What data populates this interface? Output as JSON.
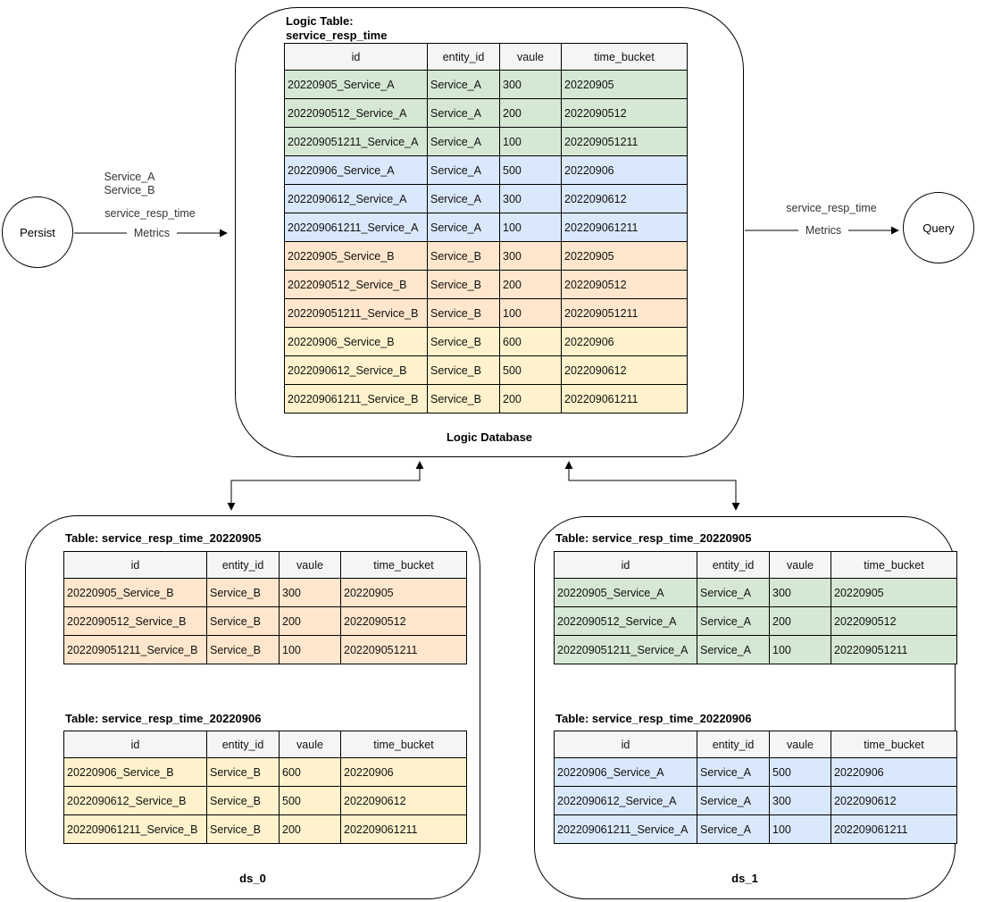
{
  "colors": {
    "green": "#d5e8d4",
    "blue": "#dae8fc",
    "orange": "#ffe6cc",
    "yellow": "#fff2cc",
    "header_bg": "#f5f5f5",
    "stroke": "#000000"
  },
  "nodes": {
    "persist": "Persist",
    "query": "Query"
  },
  "flows": {
    "left": {
      "services": [
        "Service_A",
        "Service_B"
      ],
      "metric_name": "service_resp_time",
      "edge_label": "Metrics"
    },
    "right": {
      "metric_name": "service_resp_time",
      "edge_label": "Metrics"
    }
  },
  "logic_database": {
    "title_line1": "Logic Table:",
    "title_line2": "service_resp_time",
    "footer": "Logic Database",
    "table": {
      "columns": [
        "id",
        "entity_id",
        "vaule",
        "time_bucket"
      ],
      "rows": [
        {
          "color": "green",
          "cells": [
            "20220905_Service_A",
            "Service_A",
            "300",
            "20220905"
          ]
        },
        {
          "color": "green",
          "cells": [
            "2022090512_Service_A",
            "Service_A",
            "200",
            "2022090512"
          ]
        },
        {
          "color": "green",
          "cells": [
            "202209051211_Service_A",
            "Service_A",
            "100",
            "202209051211"
          ]
        },
        {
          "color": "blue",
          "cells": [
            "20220906_Service_A",
            "Service_A",
            "500",
            "20220906"
          ]
        },
        {
          "color": "blue",
          "cells": [
            "2022090612_Service_A",
            "Service_A",
            "300",
            "2022090612"
          ]
        },
        {
          "color": "blue",
          "cells": [
            "202209061211_Service_A",
            "Service_A",
            "100",
            "202209061211"
          ]
        },
        {
          "color": "orange",
          "cells": [
            "20220905_Service_B",
            "Service_B",
            "300",
            "20220905"
          ]
        },
        {
          "color": "orange",
          "cells": [
            "2022090512_Service_B",
            "Service_B",
            "200",
            "2022090512"
          ]
        },
        {
          "color": "orange",
          "cells": [
            "202209051211_Service_B",
            "Service_B",
            "100",
            "202209051211"
          ]
        },
        {
          "color": "yellow",
          "cells": [
            "20220906_Service_B",
            "Service_B",
            "600",
            "20220906"
          ]
        },
        {
          "color": "yellow",
          "cells": [
            "2022090612_Service_B",
            "Service_B",
            "500",
            "2022090612"
          ]
        },
        {
          "color": "yellow",
          "cells": [
            "202209061211_Service_B",
            "Service_B",
            "200",
            "202209061211"
          ]
        }
      ]
    }
  },
  "ds_0": {
    "footer": "ds_0",
    "tables": [
      {
        "title": "Table: service_resp_time_20220905",
        "columns": [
          "id",
          "entity_id",
          "vaule",
          "time_bucket"
        ],
        "rows": [
          {
            "color": "orange",
            "cells": [
              "20220905_Service_B",
              "Service_B",
              "300",
              "20220905"
            ]
          },
          {
            "color": "orange",
            "cells": [
              "2022090512_Service_B",
              "Service_B",
              "200",
              "2022090512"
            ]
          },
          {
            "color": "orange",
            "cells": [
              "202209051211_Service_B",
              "Service_B",
              "100",
              "202209051211"
            ]
          }
        ]
      },
      {
        "title": "Table: service_resp_time_20220906",
        "columns": [
          "id",
          "entity_id",
          "vaule",
          "time_bucket"
        ],
        "rows": [
          {
            "color": "yellow",
            "cells": [
              "20220906_Service_B",
              "Service_B",
              "600",
              "20220906"
            ]
          },
          {
            "color": "yellow",
            "cells": [
              "2022090612_Service_B",
              "Service_B",
              "500",
              "2022090612"
            ]
          },
          {
            "color": "yellow",
            "cells": [
              "202209061211_Service_B",
              "Service_B",
              "200",
              "202209061211"
            ]
          }
        ]
      }
    ]
  },
  "ds_1": {
    "footer": "ds_1",
    "tables": [
      {
        "title": "Table: service_resp_time_20220905",
        "columns": [
          "id",
          "entity_id",
          "vaule",
          "time_bucket"
        ],
        "rows": [
          {
            "color": "green",
            "cells": [
              "20220905_Service_A",
              "Service_A",
              "300",
              "20220905"
            ]
          },
          {
            "color": "green",
            "cells": [
              "2022090512_Service_A",
              "Service_A",
              "200",
              "2022090512"
            ]
          },
          {
            "color": "green",
            "cells": [
              "202209051211_Service_A",
              "Service_A",
              "100",
              "202209051211"
            ]
          }
        ]
      },
      {
        "title": "Table: service_resp_time_20220906",
        "columns": [
          "id",
          "entity_id",
          "vaule",
          "time_bucket"
        ],
        "rows": [
          {
            "color": "blue",
            "cells": [
              "20220906_Service_A",
              "Service_A",
              "500",
              "20220906"
            ]
          },
          {
            "color": "blue",
            "cells": [
              "2022090612_Service_A",
              "Service_A",
              "300",
              "2022090612"
            ]
          },
          {
            "color": "blue",
            "cells": [
              "202209061211_Service_A",
              "Service_A",
              "100",
              "202209061211"
            ]
          }
        ]
      }
    ]
  }
}
